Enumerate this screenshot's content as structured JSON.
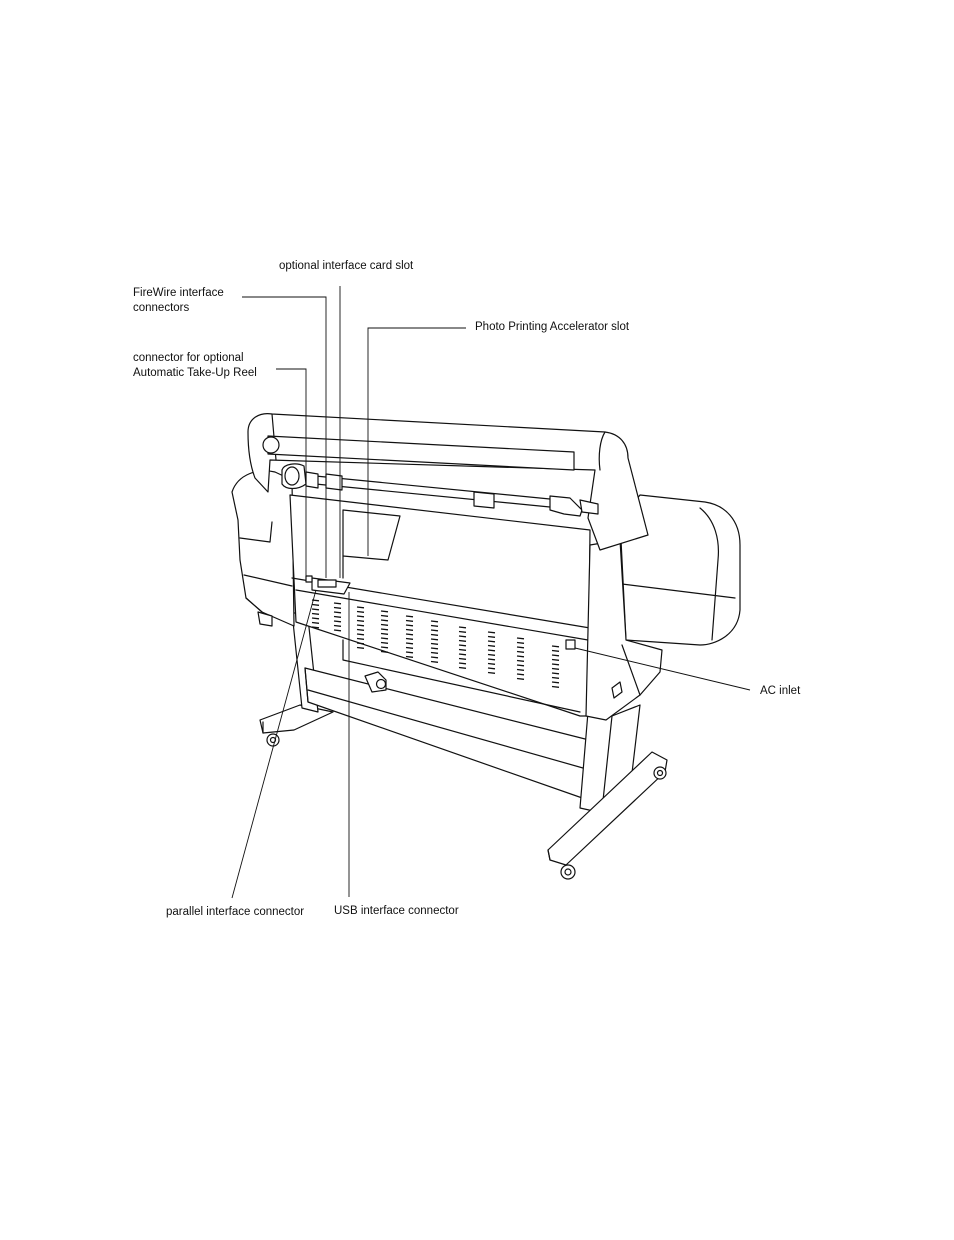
{
  "figure": {
    "callouts": {
      "optional_interface_card_slot": "optional interface card slot",
      "firewire_interface_connectors": "FireWire interface\nconnectors",
      "photo_printing_accelerator_slot": "Photo Printing Accelerator slot",
      "connector_take_up_reel": "connector for optional\nAutomatic Take-Up Reel",
      "ac_inlet": "AC inlet",
      "parallel_interface_connector": "parallel interface connector",
      "usb_interface_connector": "USB interface connector"
    }
  }
}
